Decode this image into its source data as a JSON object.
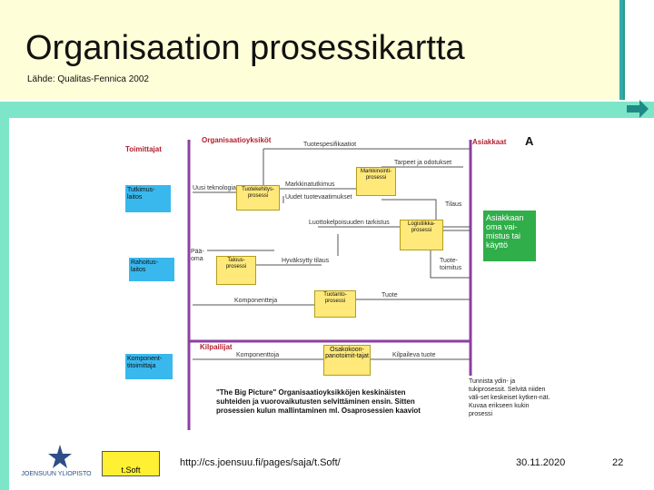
{
  "slide": {
    "title": "Organisaation prosessikartta",
    "source": "Lähde: Qualitas-Fennica 2002"
  },
  "diagram": {
    "columns": {
      "suppliers": "Toimittajat",
      "org": "Organisaatioyksiköt",
      "customers": "Asiakkaat",
      "competitors": "Kilpailijat"
    },
    "corner_letter": "A",
    "suppliers": [
      "Tutkimus-laitos",
      "Rahoitus-laitos",
      "Komponent-titoimittaja"
    ],
    "processes": [
      "Markkinointi-prosessi",
      "Tuotekehitys-prosessi",
      "Logistiikka-prosessi",
      "Talous-prosessi",
      "Tuotanto-prosessi",
      "Osakokoon-panotoimit-tajat"
    ],
    "customer_box": "Asiakkaan oma vai-mistus tai käyttö",
    "flows": [
      "Tuotespesifikaatiot",
      "Tarpeet ja odotukset",
      "Markkinatutkimus",
      "Uusi teknologia",
      "Uudet tuotevaatimukset",
      "Tilaus",
      "Luottokelpoisuuden tarkistus",
      "Pää-oma",
      "Hyväksytty tilaus",
      "Tuote-toimitus",
      "Tuote",
      "Komponentteja",
      "Komponenttoja",
      "Kilpaileva tuote"
    ],
    "big_picture": "\"The Big Picture\" Organisaatioyksikköjen keskinäisten suhteiden ja vuorovaikutusten selvittäminen ensin. Sitten prosessien kulun mallintaminen ml. Osaprosessien kaaviot",
    "note": "Tunnista ydin- ja tukiprosessit. Selvitä niiden väli-set keskeiset kytken-nät. Kuvaa erikseen kukin prosessi"
  },
  "footer": {
    "logo": "JOENSUUN YLIOPISTO",
    "tsoft": "t.Soft",
    "url": "http://cs.joensuu.fi/pages/saja/t.Soft/",
    "date": "30.11.2020",
    "page": "22"
  }
}
